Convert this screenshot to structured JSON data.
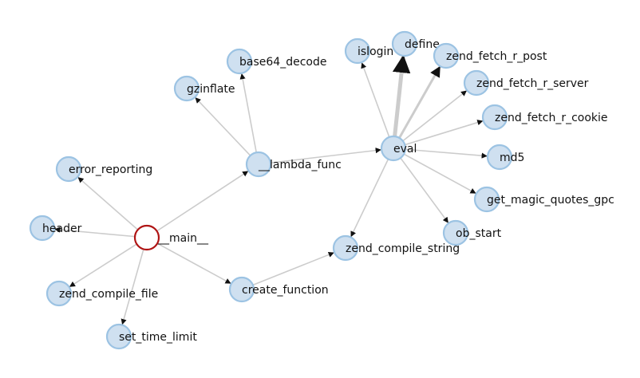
{
  "colors": {
    "node_fill": "#cfe0f0",
    "node_stroke": "#9cc3e3",
    "root_stroke": "#b01515",
    "edge": "#cccccc",
    "arrow": "#111111"
  },
  "nodes": [
    {
      "id": "main",
      "label": "__main__",
      "root": true
    },
    {
      "id": "lambda",
      "label": "__lambda_func"
    },
    {
      "id": "gzinflate",
      "label": "gzinflate"
    },
    {
      "id": "base64",
      "label": "base64_decode"
    },
    {
      "id": "error_reporting",
      "label": "error_reporting"
    },
    {
      "id": "header",
      "label": "header"
    },
    {
      "id": "zend_compile_file",
      "label": "zend_compile_file"
    },
    {
      "id": "set_time_limit",
      "label": "set_time_limit"
    },
    {
      "id": "create_function",
      "label": "create_function"
    },
    {
      "id": "zend_compile_string",
      "label": "zend_compile_string"
    },
    {
      "id": "eval",
      "label": "eval"
    },
    {
      "id": "islogin",
      "label": "islogin"
    },
    {
      "id": "define",
      "label": "define"
    },
    {
      "id": "zend_fetch_r_post",
      "label": "zend_fetch_r_post"
    },
    {
      "id": "zend_fetch_r_server",
      "label": "zend_fetch_r_server"
    },
    {
      "id": "zend_fetch_r_cookie",
      "label": "zend_fetch_r_cookie"
    },
    {
      "id": "md5",
      "label": "md5"
    },
    {
      "id": "get_magic_quotes_gpc",
      "label": "get_magic_quotes_gpc"
    },
    {
      "id": "ob_start",
      "label": "ob_start"
    }
  ],
  "edges": [
    {
      "from": "main",
      "to": "lambda",
      "weight": 1
    },
    {
      "from": "main",
      "to": "error_reporting",
      "weight": 1
    },
    {
      "from": "main",
      "to": "header",
      "weight": 1
    },
    {
      "from": "main",
      "to": "zend_compile_file",
      "weight": 1
    },
    {
      "from": "main",
      "to": "set_time_limit",
      "weight": 1
    },
    {
      "from": "main",
      "to": "create_function",
      "weight": 1
    },
    {
      "from": "lambda",
      "to": "gzinflate",
      "weight": 1
    },
    {
      "from": "lambda",
      "to": "base64",
      "weight": 1
    },
    {
      "from": "lambda",
      "to": "eval",
      "weight": 1
    },
    {
      "from": "create_function",
      "to": "zend_compile_string",
      "weight": 1
    },
    {
      "from": "eval",
      "to": "zend_compile_string",
      "weight": 1
    },
    {
      "from": "eval",
      "to": "islogin",
      "weight": 1
    },
    {
      "from": "eval",
      "to": "define",
      "weight": 3
    },
    {
      "from": "eval",
      "to": "zend_fetch_r_post",
      "weight": 2
    },
    {
      "from": "eval",
      "to": "zend_fetch_r_server",
      "weight": 1
    },
    {
      "from": "eval",
      "to": "zend_fetch_r_cookie",
      "weight": 1
    },
    {
      "from": "eval",
      "to": "md5",
      "weight": 1
    },
    {
      "from": "eval",
      "to": "get_magic_quotes_gpc",
      "weight": 1
    },
    {
      "from": "eval",
      "to": "ob_start",
      "weight": 1
    }
  ]
}
